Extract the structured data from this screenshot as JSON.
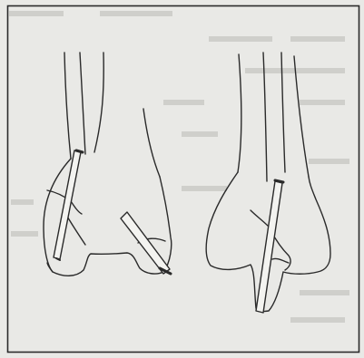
{
  "figure": {
    "caption": "",
    "background_color": "#e9e9e6",
    "line_color": "#2a2a2a",
    "panels": [
      {
        "id": "left",
        "subject": "bone-end-with-oblique-fracture-fixed-by-two-screws"
      },
      {
        "id": "right",
        "subject": "bone-end-with-fracture-fixed-by-single-oblique-screw"
      }
    ]
  }
}
